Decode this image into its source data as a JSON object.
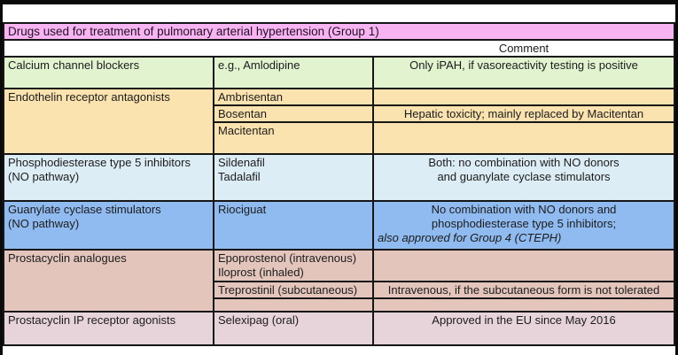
{
  "title": "Drugs used for treatment of pulmonary arterial hypertension (Group 1)",
  "comment_header": "Comment",
  "colors": {
    "title_bg": "#f8b4f2",
    "green_bg": "#e1f3cf",
    "orange_bg": "#fbe3af",
    "light_blue_bg": "#dcedf5",
    "blue_bg": "#90bbf0",
    "salmon_bg": "#e3c5bc",
    "pink_bg": "#e7d4db",
    "border": "#161616",
    "page_bg": "#ffffff"
  },
  "sections": {
    "ccb": {
      "class_label": "Calcium channel blockers",
      "drug": "e.g., Amlodipine",
      "comment": "Only iPAH, if vasoreactivity testing is positive"
    },
    "era": {
      "class_label": "Endothelin receptor antagonists",
      "rows": [
        {
          "drug": "Ambrisentan",
          "comment": ""
        },
        {
          "drug": "Bosentan",
          "comment": "Hepatic toxicity; mainly replaced by Macitentan"
        },
        {
          "drug": "Macitentan",
          "comment": ""
        }
      ]
    },
    "pde5": {
      "class_label": "Phosphodiesterase type 5 inhibitors",
      "class_label_line2": "(NO pathway)",
      "drugs": [
        "Sildenafil",
        "Tadalafil"
      ],
      "comment_lines": [
        "Both: no combination with NO donors",
        "and guanylate cyclase stimulators"
      ]
    },
    "gcs": {
      "class_label": "Guanylate cyclase stimulators",
      "class_label_line2": "(NO pathway)",
      "drug": "Riociguat",
      "comment_lines": [
        "No combination with NO donors and",
        "phosphodiesterase type 5 inhibitors;"
      ],
      "comment_italic": "also approved for Group 4 (CTEPH)"
    },
    "pca": {
      "class_label": "Prostacyclin analogues",
      "rows": [
        {
          "drug_lines": [
            "Epoprostenol (intravenous)",
            "Iloprost (inhaled)"
          ],
          "comment": ""
        },
        {
          "drug": "Treprostinil (subcutaneous)",
          "comment": "Intravenous, if the subcutaneous form is not tolerated"
        },
        {
          "drug": "",
          "comment": ""
        }
      ]
    },
    "ipra": {
      "class_label": "Prostacyclin IP receptor agonists",
      "drug": "Selexipag (oral)",
      "comment": "Approved in the EU since May 2016"
    }
  }
}
